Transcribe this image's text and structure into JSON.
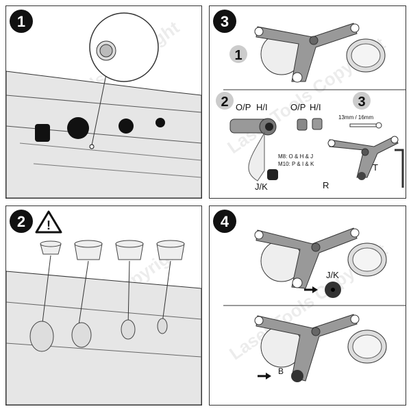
{
  "panels": [
    {
      "step": "1"
    },
    {
      "step": "2"
    },
    {
      "step": "3",
      "substeps": [
        "1",
        "2",
        "3"
      ],
      "labels": {
        "op1": "O/P",
        "hi1": "H/I",
        "op2": "O/P",
        "hi2": "H/I",
        "wrench": "13mm / 16mm",
        "m8": "M8: O & H & J",
        "m10": "M10: P & I & K",
        "jk": "J/K",
        "t": "T",
        "r": "R"
      }
    },
    {
      "step": "4",
      "labels": {
        "jk": "J/K",
        "b": "B"
      }
    }
  ],
  "watermark": "Laser Tools Copyright",
  "warning_icon": "warning-triangle-icon"
}
